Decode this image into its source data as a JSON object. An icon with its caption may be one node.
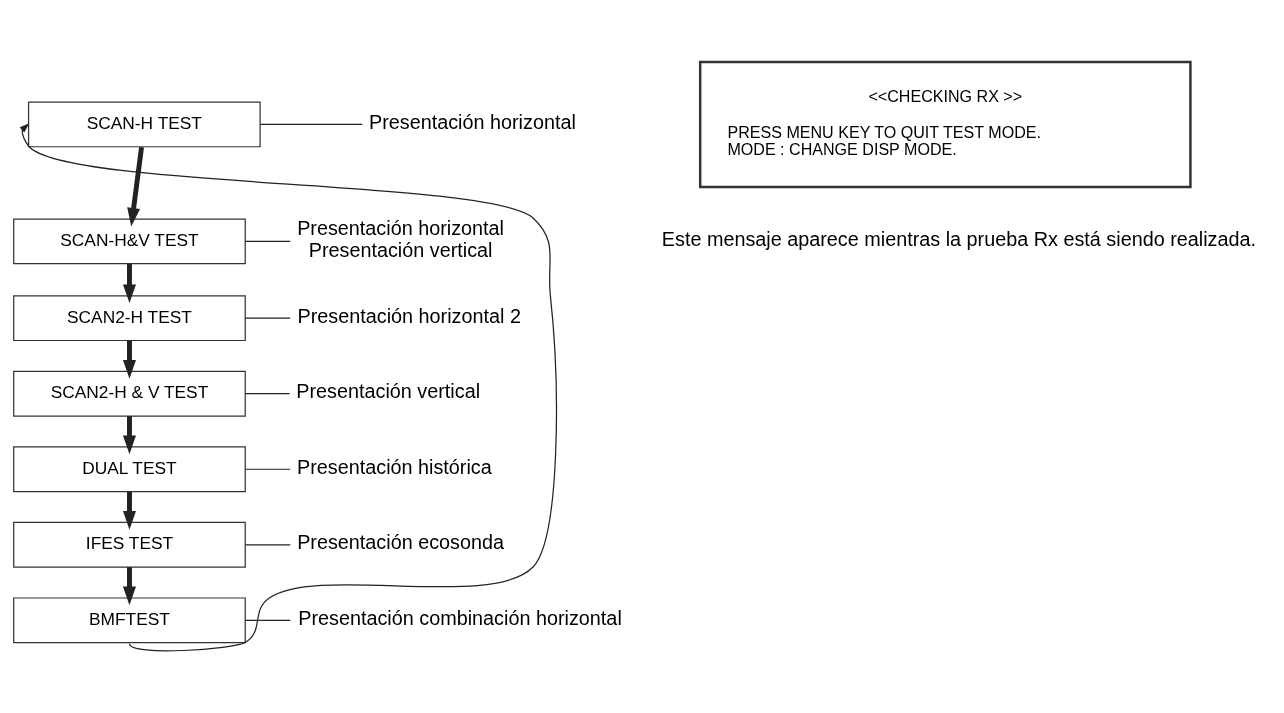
{
  "diagram": {
    "nodes": [
      {
        "text": [
          "SCAN-H TEST"
        ]
      },
      {
        "text": [
          "Presentación horizontal"
        ]
      },
      {
        "text": [
          "SCAN-H&V TEST"
        ]
      },
      {
        "text": [
          "Presentación horizontal",
          "Presentación vertical"
        ]
      },
      {
        "text": [
          "SCAN2-H TEST"
        ]
      },
      {
        "text": [
          "Presentación horizontal 2"
        ]
      },
      {
        "text": [
          "SCAN2-H & V TEST"
        ]
      },
      {
        "text": [
          "Presentación vertical"
        ]
      },
      {
        "text": [
          "DUAL TEST"
        ]
      },
      {
        "text": [
          "Presentación histórica"
        ]
      },
      {
        "text": [
          "IFES TEST"
        ]
      },
      {
        "text": [
          "Presentación ecosonda"
        ]
      },
      {
        "text": [
          "BMFTEST"
        ]
      },
      {
        "text": [
          "Presentación combinación horizontal"
        ]
      },
      {
        "text": [
          "<<CHECKING RX >>",
          "PRESS MENU KEY TO QUIT TEST MODE.",
          "MODE : CHANGE DISP MODE."
        ],
        "beside": [
          "Este mensaje aparece mientras la prueba Rx está siendo realizada."
        ]
      }
    ],
    "edges": [
      {
        "from": 0,
        "to": 1,
        "arrow": "none"
      },
      {
        "from": 0,
        "to": 2,
        "arrow": "to",
        "style": "thick"
      },
      {
        "from": 2,
        "to": 3,
        "arrow": "none"
      },
      {
        "from": 2,
        "to": 4,
        "arrow": "to",
        "style": "thick"
      },
      {
        "from": 4,
        "to": 5,
        "arrow": "none"
      },
      {
        "from": 4,
        "to": 6,
        "arrow": "to",
        "style": "thick"
      },
      {
        "from": 6,
        "to": 7,
        "arrow": "none"
      },
      {
        "from": 6,
        "to": 8,
        "arrow": "to",
        "style": "thick"
      },
      {
        "from": 8,
        "to": 9,
        "arrow": "none"
      },
      {
        "from": 8,
        "to": 10,
        "arrow": "to",
        "style": "thick"
      },
      {
        "from": 10,
        "to": 11,
        "arrow": "none"
      },
      {
        "from": 10,
        "to": 12,
        "arrow": "to",
        "style": "thick"
      },
      {
        "from": 12,
        "to": 13,
        "arrow": "none"
      },
      {
        "from": 12,
        "to": 0,
        "arrow": "to"
      }
    ]
  }
}
